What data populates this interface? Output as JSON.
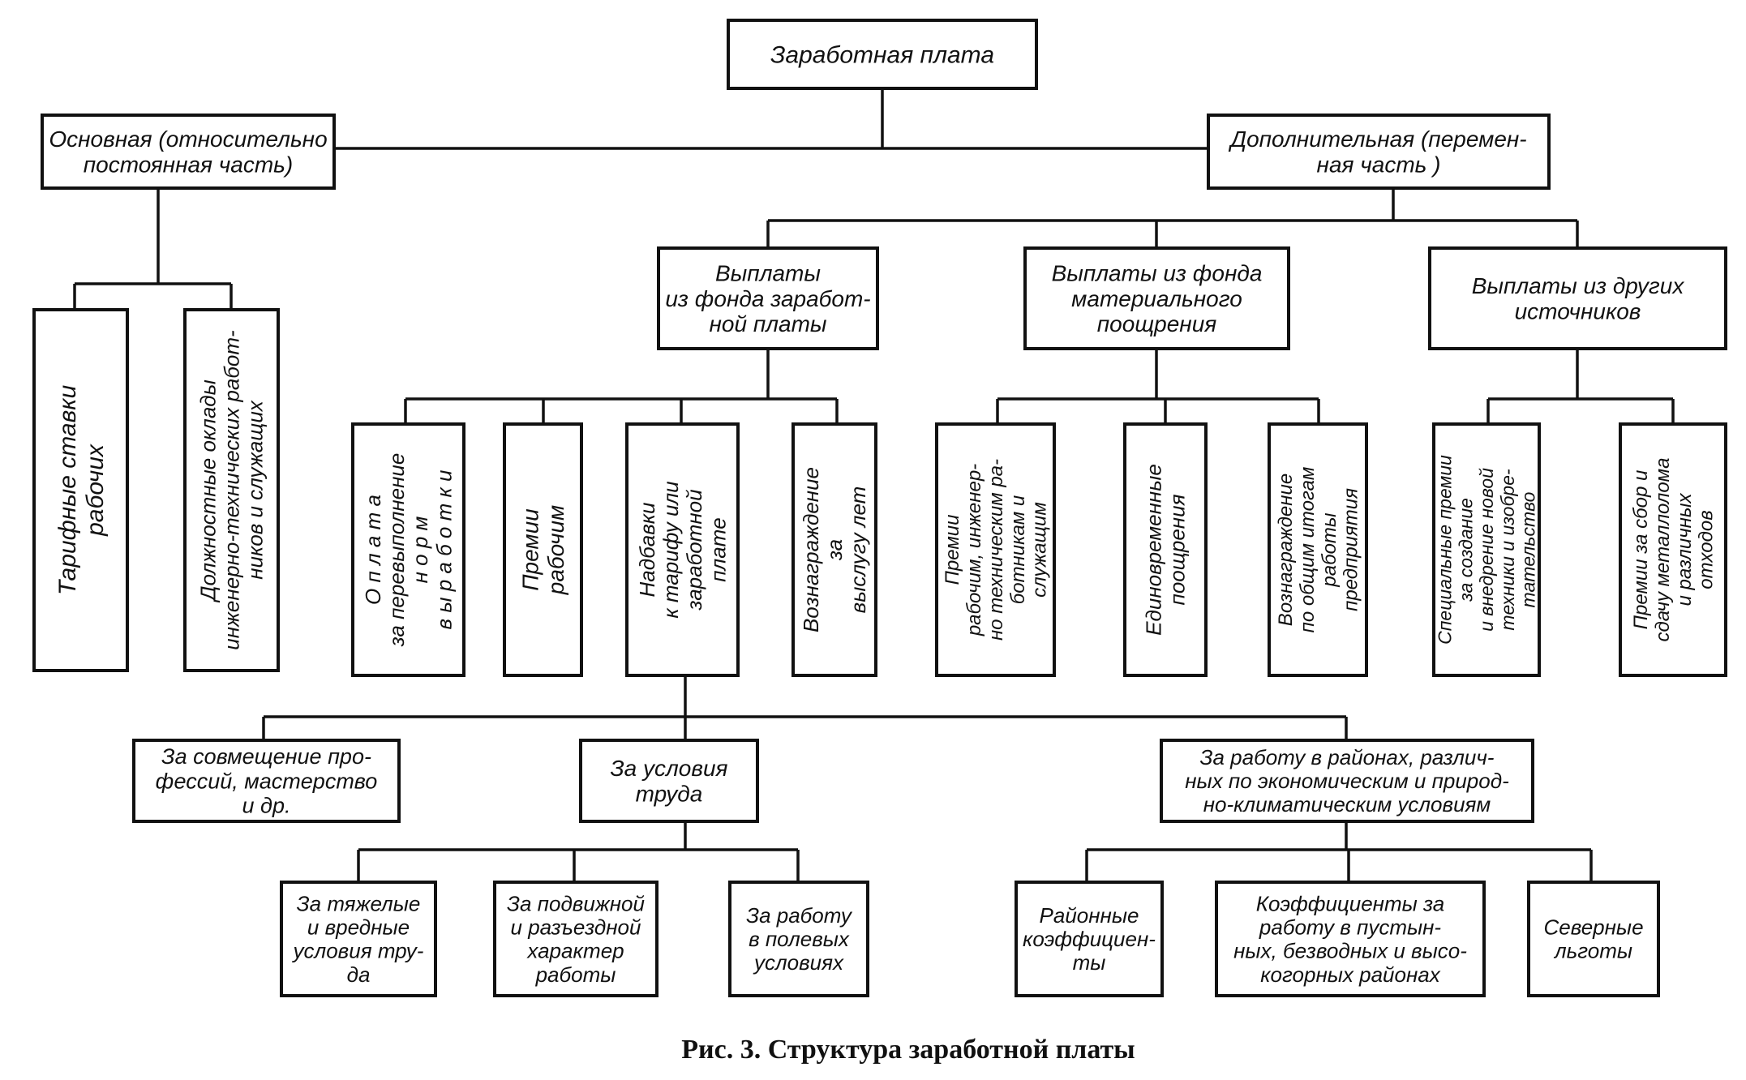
{
  "diagram": {
    "title": "Заработная плата",
    "caption": "Рис. 3. Структура заработной платы",
    "nodes": [
      {
        "id": "root",
        "lines": [
          "Заработная плата"
        ]
      },
      {
        "id": "basic",
        "lines": [
          "Основная (относительно",
          "постоянная часть)"
        ]
      },
      {
        "id": "additional",
        "lines": [
          "Дополнительная (перемен-",
          "ная часть )"
        ]
      },
      {
        "id": "tariff",
        "lines": [
          "Тарифные ставки",
          "рабочих"
        ]
      },
      {
        "id": "salaries",
        "lines": [
          "Должностные оклады",
          "инженерно-технических работ-",
          "ников и служащих"
        ]
      },
      {
        "id": "wage_fund",
        "lines": [
          "Выплаты",
          "из фонда заработ-",
          "ной платы"
        ]
      },
      {
        "id": "incentive_fund",
        "lines": [
          "Выплаты из фонда",
          "материального",
          "поощрения"
        ]
      },
      {
        "id": "other_sources",
        "lines": [
          "Выплаты из других",
          "источников"
        ]
      },
      {
        "id": "overfulfil",
        "lines": [
          "О п л а т а",
          "за перевыполнение",
          "н о р м",
          "в ы р а б о т к и"
        ]
      },
      {
        "id": "worker_bonus",
        "lines": [
          "Премии",
          "рабочим"
        ]
      },
      {
        "id": "allowances",
        "lines": [
          "Надбавки",
          "к тарифу или",
          "заработной",
          "плате"
        ]
      },
      {
        "id": "seniority",
        "lines": [
          "Вознаграждение",
          "за",
          "выслугу лет"
        ]
      },
      {
        "id": "staff_bonus",
        "lines": [
          "Премии",
          "рабочим, инженер-",
          "но техническим ра-",
          "ботникам и",
          "служащим"
        ]
      },
      {
        "id": "one_time",
        "lines": [
          "Единовременные",
          "поощрения"
        ]
      },
      {
        "id": "annual",
        "lines": [
          "Вознаграждение",
          "по общим итогам",
          "работы",
          "предприятия"
        ]
      },
      {
        "id": "special",
        "lines": [
          "Специальные премии",
          "за создание",
          "и внедрение новой",
          "техники и изобре-",
          "тательство"
        ]
      },
      {
        "id": "scrap",
        "lines": [
          "Премии за сбор и",
          "сдачу металлолома",
          "и различных",
          "отходов"
        ]
      },
      {
        "id": "combining",
        "lines": [
          "За совмещение про-",
          "фессий, мастерство",
          "и др."
        ]
      },
      {
        "id": "conditions",
        "lines": [
          "За условия",
          "труда"
        ]
      },
      {
        "id": "regions",
        "lines": [
          "За работу в районах, различ-",
          "ных по экономическим и природ-",
          "но-климатическим условиям"
        ]
      },
      {
        "id": "hard",
        "lines": [
          "За тяжелые",
          "и вредные",
          "условия тру-",
          "да"
        ]
      },
      {
        "id": "travel",
        "lines": [
          "За подвижной",
          "и разъездной",
          "характер",
          "работы"
        ]
      },
      {
        "id": "field",
        "lines": [
          "За работу",
          "в полевых",
          "условиях"
        ]
      },
      {
        "id": "district",
        "lines": [
          "Районные",
          "коэффициен-",
          "ты"
        ]
      },
      {
        "id": "desert",
        "lines": [
          "Коэффициенты за",
          "работу в пустын-",
          "ных, безводных и высо-",
          "когорных районах"
        ]
      },
      {
        "id": "north",
        "lines": [
          "Северные",
          "льготы"
        ]
      }
    ]
  }
}
